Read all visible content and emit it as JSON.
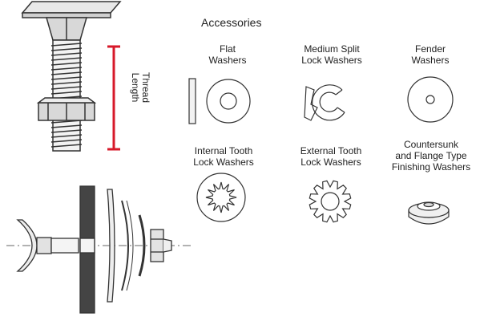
{
  "accessories_heading": "Accessories",
  "thread_length": {
    "line1": "Thread",
    "line2": "Length",
    "indicator_color": "#d7192a"
  },
  "washers": [
    {
      "line1": "Flat",
      "line2": "Washers",
      "line3": ""
    },
    {
      "line1": "Medium Split",
      "line2": "Lock Washers",
      "line3": ""
    },
    {
      "line1": "Fender",
      "line2": "Washers",
      "line3": ""
    },
    {
      "line1": "Internal Tooth",
      "line2": "Lock Washers",
      "line3": ""
    },
    {
      "line1": "External Tooth",
      "line2": "Lock Washers",
      "line3": ""
    },
    {
      "line1": "Countersunk",
      "line2": "and Flange Type",
      "line3": "Finishing Washers"
    }
  ],
  "colors": {
    "line": "#333333",
    "panel": "#444444"
  }
}
